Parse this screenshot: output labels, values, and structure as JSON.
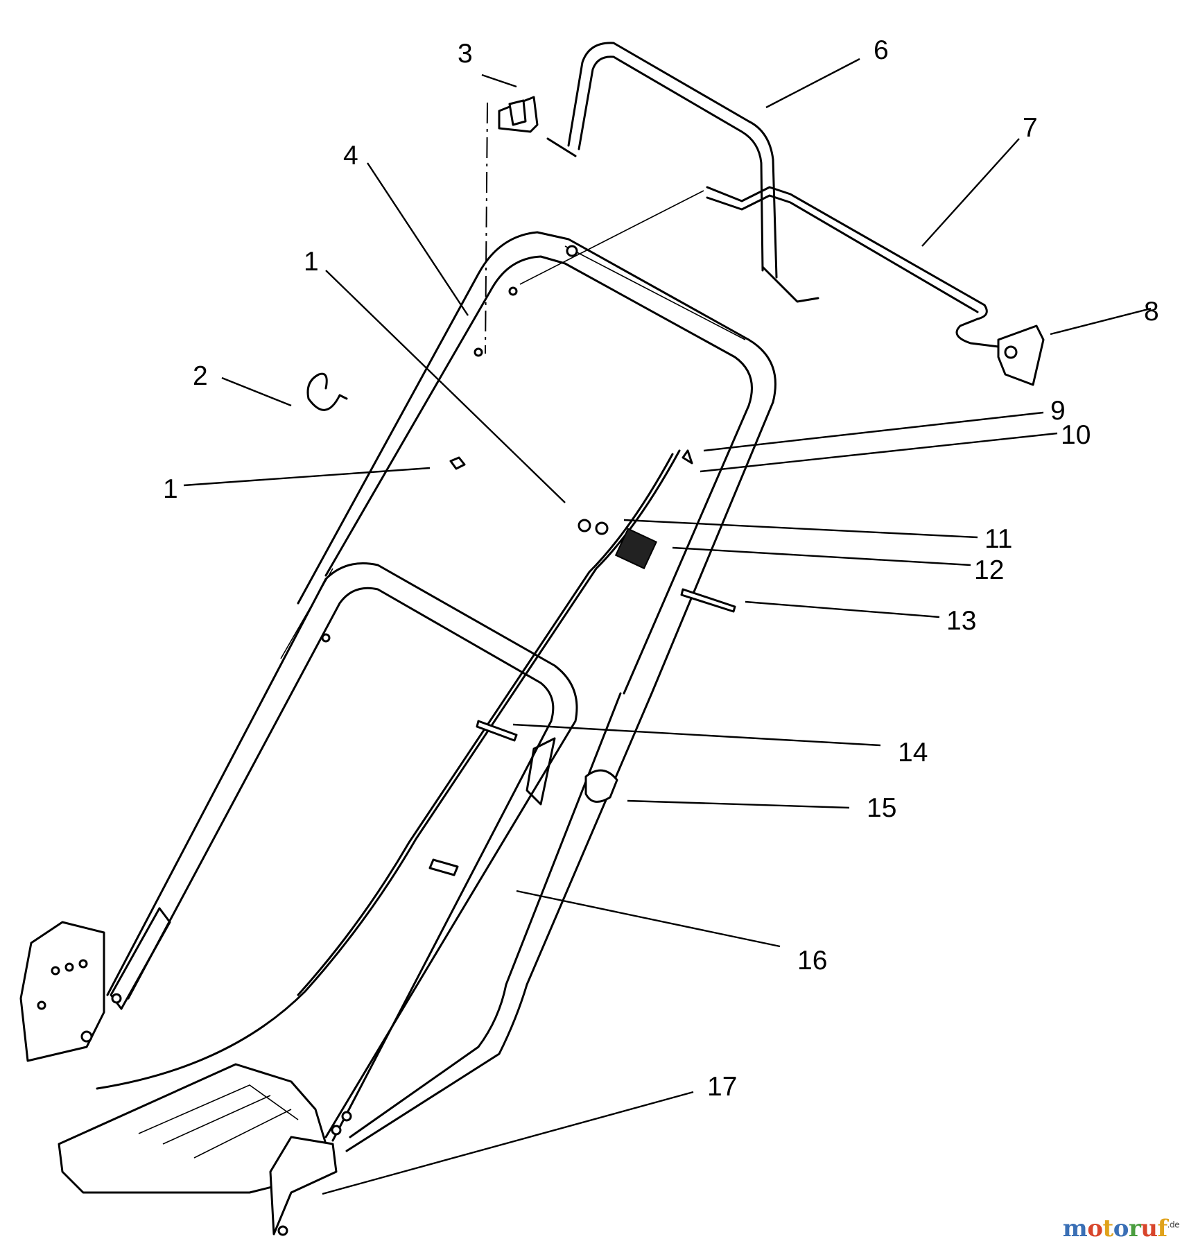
{
  "callouts": [
    {
      "id": "c1a",
      "label": "1"
    },
    {
      "id": "c1b",
      "label": "1"
    },
    {
      "id": "c2",
      "label": "2"
    },
    {
      "id": "c3",
      "label": "3"
    },
    {
      "id": "c4",
      "label": "4"
    },
    {
      "id": "c6",
      "label": "6"
    },
    {
      "id": "c7",
      "label": "7"
    },
    {
      "id": "c8",
      "label": "8"
    },
    {
      "id": "c9",
      "label": "9"
    },
    {
      "id": "c10",
      "label": "10"
    },
    {
      "id": "c11",
      "label": "11"
    },
    {
      "id": "c12",
      "label": "12"
    },
    {
      "id": "c13",
      "label": "13"
    },
    {
      "id": "c14",
      "label": "14"
    },
    {
      "id": "c15",
      "label": "15"
    },
    {
      "id": "c16",
      "label": "16"
    },
    {
      "id": "c17",
      "label": "17"
    }
  ],
  "watermark": {
    "letters": [
      "m",
      "o",
      "t",
      "o",
      "r",
      "u",
      "f"
    ],
    "letter_colors": [
      "#3a6fb5",
      "#d8452b",
      "#e0a21b",
      "#3a6fb5",
      "#4a9d3f",
      "#d8452b",
      "#e0a21b"
    ],
    "suffix": ".de"
  }
}
